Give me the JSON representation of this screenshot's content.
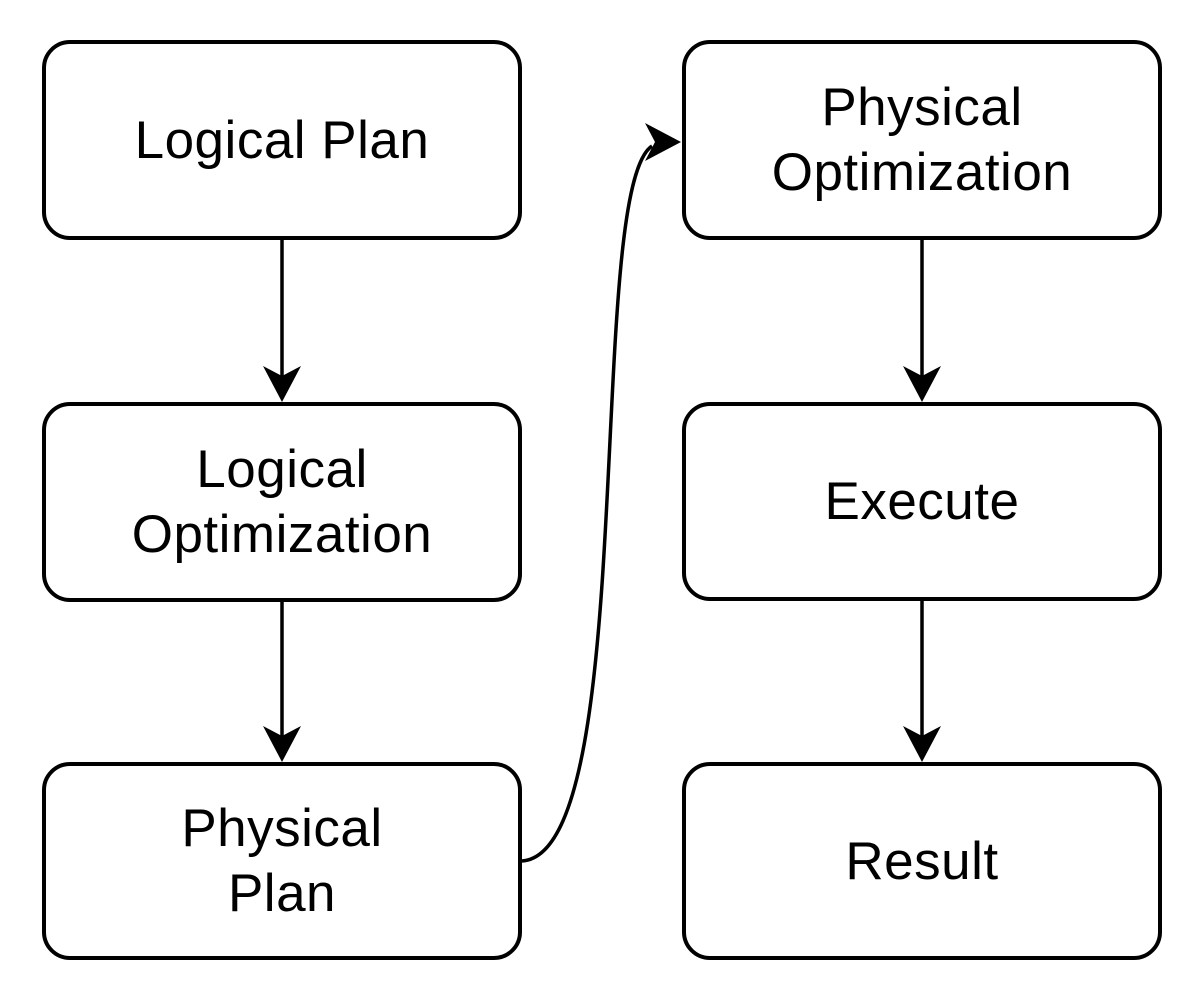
{
  "diagram": {
    "type": "flowchart",
    "background_color": "#ffffff",
    "stroke_color": "#000000",
    "text_color": "#000000",
    "nodes": [
      {
        "id": "logical-plan",
        "label": "Logical Plan"
      },
      {
        "id": "logical-optimization",
        "label": "Logical\nOptimization"
      },
      {
        "id": "physical-plan",
        "label": "Physical\nPlan"
      },
      {
        "id": "physical-optimization",
        "label": "Physical\nOptimization"
      },
      {
        "id": "execute",
        "label": "Execute"
      },
      {
        "id": "result",
        "label": "Result"
      }
    ],
    "edges": [
      {
        "from": "logical-plan",
        "to": "logical-optimization",
        "style": "straight-down-arrow"
      },
      {
        "from": "logical-optimization",
        "to": "physical-plan",
        "style": "straight-down-arrow"
      },
      {
        "from": "physical-plan",
        "to": "physical-optimization",
        "style": "curved-right-up-arrow"
      },
      {
        "from": "physical-optimization",
        "to": "execute",
        "style": "straight-down-arrow"
      },
      {
        "from": "execute",
        "to": "result",
        "style": "straight-down-arrow"
      }
    ]
  }
}
